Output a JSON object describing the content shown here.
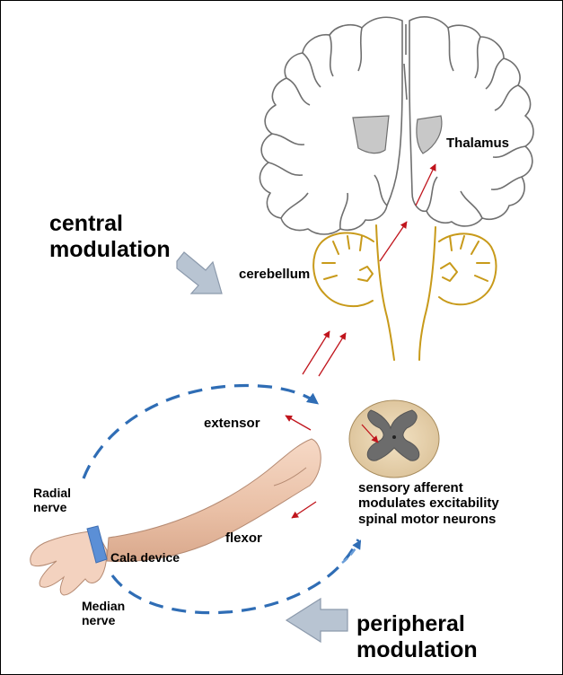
{
  "labels": {
    "central_line1": "central",
    "central_line2": "modulation",
    "cerebellum": "cerebellum",
    "thalamus": "Thalamus",
    "extensor": "extensor",
    "flexor": "flexor",
    "radial_line1": "Radial",
    "radial_line2": "nerve",
    "median_line1": "Median",
    "median_line2": "nerve",
    "cala_device": "Cala device",
    "sensory_line1": "sensory afferent",
    "sensory_line2": "modulates excitability",
    "sensory_line3": "spinal motor neurons",
    "peripheral_line1": "peripheral",
    "peripheral_line2": "modulation"
  },
  "colors": {
    "brain_outline": "#6f6f6f",
    "thalamus_fill": "#c8c8c8",
    "cerebellum": "#c89a1a",
    "signal_arrow": "#c0141c",
    "nerve_path": "#2f6db5",
    "device_band": "#5b8fd6",
    "block_arrow": "#b8c4d2"
  },
  "icons": [
    "brain-icon",
    "spinal-cord-section-icon",
    "arm-icon",
    "block-arrow-icon"
  ]
}
